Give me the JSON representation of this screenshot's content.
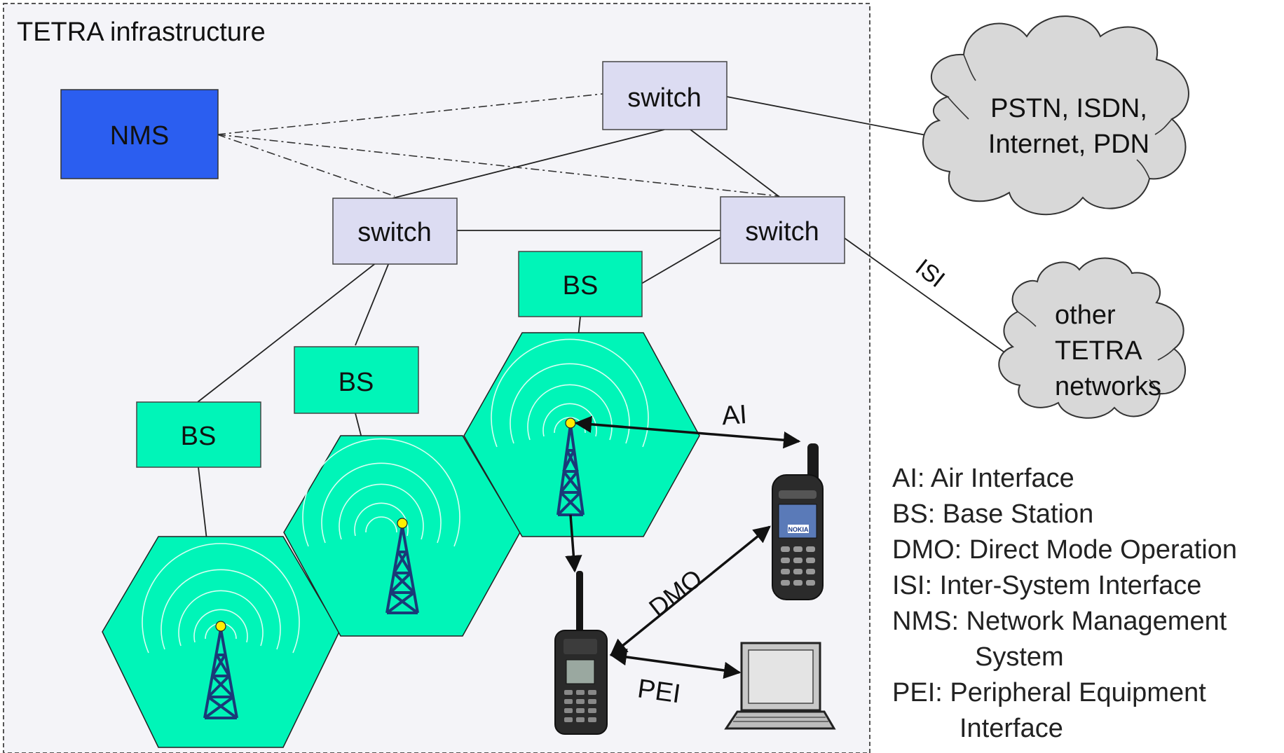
{
  "infrastructure_label": "TETRA infrastructure",
  "nodes": {
    "nms": "NMS",
    "switch_top": "switch",
    "switch_left": "switch",
    "switch_right": "switch",
    "bs_1": "BS",
    "bs_2": "BS",
    "bs_3": "BS"
  },
  "clouds": {
    "public": [
      "PSTN, ISDN,",
      "Internet, PDN"
    ],
    "other": [
      "other",
      "TETRA",
      "networks"
    ]
  },
  "link_labels": {
    "isi": "ISI",
    "ai": "AI",
    "dmo": "DMO",
    "pei": "PEI"
  },
  "device_labels": {
    "phone_brand": "NOKIA"
  },
  "legend": [
    "AI: Air Interface",
    "BS: Base Station",
    "DMO: Direct Mode Operation",
    "ISI: Inter-System Interface",
    "NMS: Network Management",
    "System",
    "PEI: Peripheral Equipment",
    "Interface"
  ],
  "colors": {
    "nms_fill": "#2b5ef0",
    "switch_fill": "#dcdcf2",
    "bs_fill": "#00f5b8",
    "cell_fill": "#00f5b8",
    "cloud_fill": "#d8d8d8",
    "infra_bg": "#f4f4f8",
    "tower": "#1a3a78",
    "antenna_tip": "#ffee00"
  },
  "icons": [
    "radio-tower-icon",
    "handheld-radio-icon",
    "mobile-phone-icon",
    "laptop-icon",
    "cloud-icon"
  ]
}
